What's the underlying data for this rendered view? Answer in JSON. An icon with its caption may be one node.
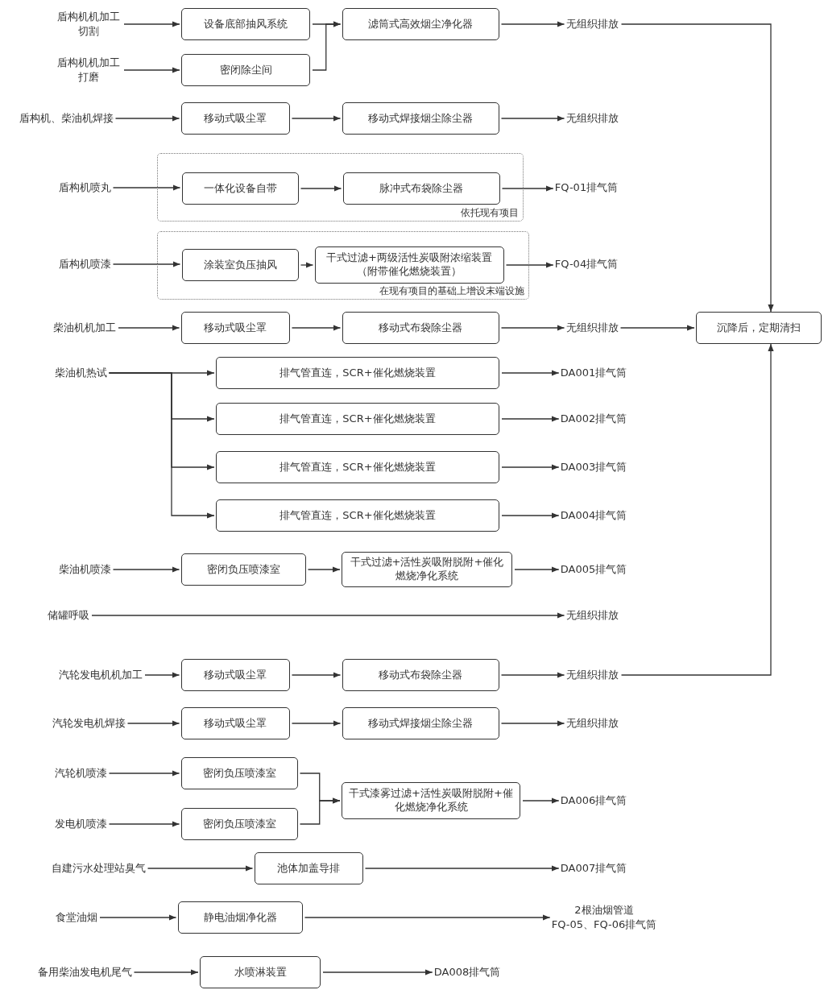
{
  "diagram": {
    "nodes": [
      {
        "text": [
          "盾构机机加工切割"
        ]
      },
      {
        "text": [
          "设备底部抽风系统"
        ]
      },
      {
        "text": [
          "盾构机机加工打磨"
        ]
      },
      {
        "text": [
          "密闭除尘间"
        ]
      },
      {
        "text": [
          "滤筒式高效烟尘净化器"
        ]
      },
      {
        "text": [
          "无组织排放"
        ]
      },
      {
        "text": [
          "盾构机、柴油机焊接"
        ]
      },
      {
        "text": [
          "移动式吸尘罩"
        ]
      },
      {
        "text": [
          "移动式焊接烟尘除尘器"
        ]
      },
      {
        "text": [
          "无组织排放"
        ]
      },
      {
        "text": [
          "依托现有项目"
        ]
      },
      {
        "text": [
          "盾构机喷丸"
        ]
      },
      {
        "text": [
          "一体化设备自带"
        ],
        "in": 10
      },
      {
        "text": [
          "脉冲式布袋除尘器"
        ],
        "in": 10
      },
      {
        "text": [
          "FQ-01排气筒"
        ]
      },
      {
        "text": [
          "在现有项目的基础上增设末端设施"
        ]
      },
      {
        "text": [
          "盾构机喷漆"
        ]
      },
      {
        "text": [
          "涂装室负压抽风"
        ],
        "in": 15
      },
      {
        "text": [
          "干式过滤+两级活性炭吸附浓缩装置（附带催化燃烧装置）"
        ],
        "in": 15
      },
      {
        "text": [
          "FQ-04排气筒"
        ]
      },
      {
        "text": [
          "柴油机机加工"
        ]
      },
      {
        "text": [
          "移动式吸尘罩"
        ]
      },
      {
        "text": [
          "移动式布袋除尘器"
        ]
      },
      {
        "text": [
          "无组织排放"
        ]
      },
      {
        "text": [
          "沉降后，定期清扫"
        ]
      },
      {
        "text": [
          "柴油机热试"
        ]
      },
      {
        "text": [
          "排气管直连，SCR+催化燃烧装置"
        ]
      },
      {
        "text": [
          "DA001排气筒"
        ]
      },
      {
        "text": [
          "排气管直连，SCR+催化燃烧装置"
        ]
      },
      {
        "text": [
          "DA002排气筒"
        ]
      },
      {
        "text": [
          "排气管直连，SCR+催化燃烧装置"
        ]
      },
      {
        "text": [
          "DA003排气筒"
        ]
      },
      {
        "text": [
          "排气管直连，SCR+催化燃烧装置"
        ]
      },
      {
        "text": [
          "DA004排气筒"
        ]
      },
      {
        "text": [
          "柴油机喷漆"
        ]
      },
      {
        "text": [
          "密闭负压喷漆室"
        ]
      },
      {
        "text": [
          "干式过滤+活性炭吸附脱附+催化燃烧净化系统"
        ]
      },
      {
        "text": [
          "DA005排气筒"
        ]
      },
      {
        "text": [
          "储罐呼吸"
        ]
      },
      {
        "text": [
          "无组织排放"
        ]
      },
      {
        "text": [
          "汽轮发电机机加工"
        ]
      },
      {
        "text": [
          "移动式吸尘罩"
        ]
      },
      {
        "text": [
          "移动式布袋除尘器"
        ]
      },
      {
        "text": [
          "无组织排放"
        ]
      },
      {
        "text": [
          "汽轮发电机焊接"
        ]
      },
      {
        "text": [
          "移动式吸尘罩"
        ]
      },
      {
        "text": [
          "移动式焊接烟尘除尘器"
        ]
      },
      {
        "text": [
          "无组织排放"
        ]
      },
      {
        "text": [
          "汽轮机喷漆"
        ]
      },
      {
        "text": [
          "密闭负压喷漆室"
        ]
      },
      {
        "text": [
          "发电机喷漆"
        ]
      },
      {
        "text": [
          "密闭负压喷漆室"
        ]
      },
      {
        "text": [
          "干式漆雾过滤+活性炭吸附脱附+催化燃烧净化系统"
        ]
      },
      {
        "text": [
          "DA006排气筒"
        ]
      },
      {
        "text": [
          "自建污水处理站臭气"
        ]
      },
      {
        "text": [
          "池体加盖导排"
        ]
      },
      {
        "text": [
          "DA007排气筒"
        ]
      },
      {
        "text": [
          "食堂油烟"
        ]
      },
      {
        "text": [
          "静电油烟净化器"
        ]
      },
      {
        "text": [
          "2根油烟管道",
          "FQ-05、FQ-06排气筒"
        ]
      },
      {
        "text": [
          "备用柴油发电机尾气"
        ]
      },
      {
        "text": [
          "水喷淋装置"
        ]
      },
      {
        "text": [
          "DA008排气筒"
        ]
      }
    ],
    "edges": [
      {
        "from": 0,
        "to": 1,
        "arrow": "to"
      },
      {
        "from": 1,
        "to": 4,
        "arrow": "to"
      },
      {
        "from": 2,
        "to": 3,
        "arrow": "to"
      },
      {
        "from": 3,
        "to": 4,
        "arrow": "to"
      },
      {
        "from": 4,
        "to": 5,
        "arrow": "to"
      },
      {
        "from": 5,
        "to": 24,
        "arrow": "to"
      },
      {
        "from": 6,
        "to": 7,
        "arrow": "to"
      },
      {
        "from": 7,
        "to": 8,
        "arrow": "to"
      },
      {
        "from": 8,
        "to": 9,
        "arrow": "to"
      },
      {
        "from": 11,
        "to": 12,
        "arrow": "to"
      },
      {
        "from": 12,
        "to": 13,
        "arrow": "to"
      },
      {
        "from": 13,
        "to": 14,
        "arrow": "to"
      },
      {
        "from": 16,
        "to": 17,
        "arrow": "to"
      },
      {
        "from": 17,
        "to": 18,
        "arrow": "to"
      },
      {
        "from": 18,
        "to": 19,
        "arrow": "to"
      },
      {
        "from": 20,
        "to": 21,
        "arrow": "to"
      },
      {
        "from": 21,
        "to": 22,
        "arrow": "to"
      },
      {
        "from": 22,
        "to": 23,
        "arrow": "to"
      },
      {
        "from": 23,
        "to": 24,
        "arrow": "to"
      },
      {
        "from": 25,
        "to": 26,
        "arrow": "to"
      },
      {
        "from": 26,
        "to": 27,
        "arrow": "to"
      },
      {
        "from": 25,
        "to": 28,
        "arrow": "to"
      },
      {
        "from": 28,
        "to": 29,
        "arrow": "to"
      },
      {
        "from": 25,
        "to": 30,
        "arrow": "to"
      },
      {
        "from": 30,
        "to": 31,
        "arrow": "to"
      },
      {
        "from": 25,
        "to": 32,
        "arrow": "to"
      },
      {
        "from": 32,
        "to": 33,
        "arrow": "to"
      },
      {
        "from": 34,
        "to": 35,
        "arrow": "to"
      },
      {
        "from": 35,
        "to": 36,
        "arrow": "to"
      },
      {
        "from": 36,
        "to": 37,
        "arrow": "to"
      },
      {
        "from": 38,
        "to": 39,
        "arrow": "to"
      },
      {
        "from": 40,
        "to": 41,
        "arrow": "to"
      },
      {
        "from": 41,
        "to": 42,
        "arrow": "to"
      },
      {
        "from": 42,
        "to": 43,
        "arrow": "to"
      },
      {
        "from": 43,
        "to": 24,
        "arrow": "to"
      },
      {
        "from": 44,
        "to": 45,
        "arrow": "to"
      },
      {
        "from": 45,
        "to": 46,
        "arrow": "to"
      },
      {
        "from": 46,
        "to": 47,
        "arrow": "to"
      },
      {
        "from": 48,
        "to": 49,
        "arrow": "to"
      },
      {
        "from": 49,
        "to": 52,
        "arrow": "to"
      },
      {
        "from": 50,
        "to": 51,
        "arrow": "to"
      },
      {
        "from": 51,
        "to": 52,
        "arrow": "to"
      },
      {
        "from": 52,
        "to": 53,
        "arrow": "to"
      },
      {
        "from": 54,
        "to": 55,
        "arrow": "to"
      },
      {
        "from": 55,
        "to": 56,
        "arrow": "to"
      },
      {
        "from": 57,
        "to": 58,
        "arrow": "to"
      },
      {
        "from": 58,
        "to": 59,
        "arrow": "to"
      },
      {
        "from": 60,
        "to": 61,
        "arrow": "to"
      },
      {
        "from": 61,
        "to": 62,
        "arrow": "to"
      }
    ]
  }
}
